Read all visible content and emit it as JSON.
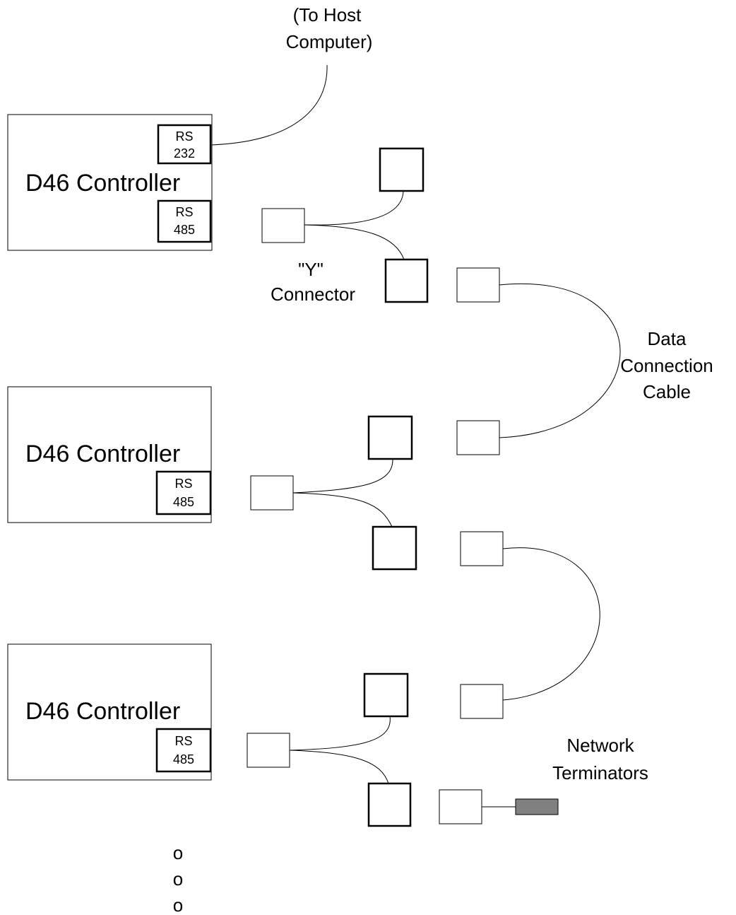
{
  "labels": {
    "host_line1": "(To Host",
    "host_line2": "Computer)",
    "y_line1": "\"Y\"",
    "y_line2": "Connector",
    "cable_line1": "Data",
    "cable_line2": "Connection",
    "cable_line3": "Cable",
    "term_line1": "Network",
    "term_line2": "Terminators",
    "ellipsis": [
      "o",
      "o",
      "o"
    ]
  },
  "controllers": [
    {
      "name": "D46 Controller",
      "ports": [
        {
          "line1": "RS",
          "line2": "232"
        },
        {
          "line1": "RS",
          "line2": "485"
        }
      ]
    },
    {
      "name": "D46 Controller",
      "ports": [
        {
          "line1": "RS",
          "line2": "485"
        }
      ]
    },
    {
      "name": "D46 Controller",
      "ports": [
        {
          "line1": "RS",
          "line2": "485"
        }
      ]
    }
  ],
  "colors": {
    "line": "#000000",
    "background": "#ffffff",
    "terminator": "#808080"
  }
}
